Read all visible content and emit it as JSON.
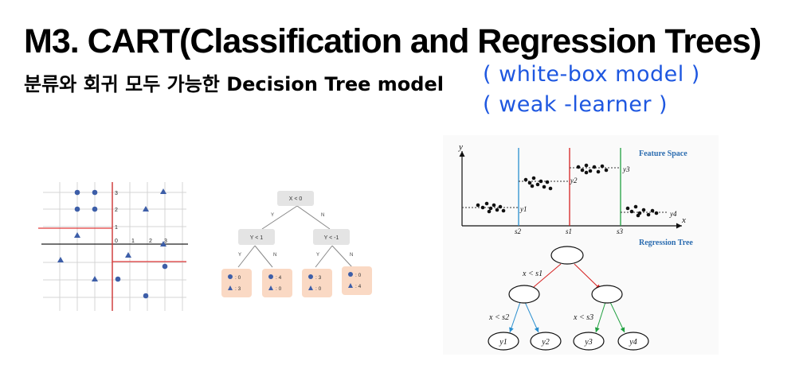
{
  "slide": {
    "title": "M3. CART(Classification and Regression Trees)",
    "subtitle": "분류와 회귀 모두 가능한 Decision Tree model",
    "handwriting": {
      "line1": "( white-box model )",
      "line2": "( weak -learner )"
    }
  },
  "scatter_panel": {
    "x_ticks": [
      "1",
      "2",
      "3"
    ],
    "y_ticks": [
      "1",
      "2",
      "3"
    ],
    "x_zero": "0"
  },
  "decision_tree": {
    "root": "X < 0",
    "left_split": "Y < 1",
    "right_split": "Y < -1",
    "branch_yes": "Y",
    "branch_no": "N",
    "leaves": [
      {
        "circle": ": 0",
        "triangle": ": 3"
      },
      {
        "circle": ": 4",
        "triangle": ": 0"
      },
      {
        "circle": ": 3",
        "triangle": ": 0"
      },
      {
        "circle": ": 0",
        "triangle": ": 4"
      }
    ],
    "colors": {
      "node": "#e4e4e4",
      "leaf": "#fad9c4",
      "marker": "#3d5ea8"
    }
  },
  "regression_panel": {
    "feature_space_label": "Feature Space",
    "regression_tree_label": "Regression Tree",
    "axis_y": "y",
    "axis_x": "x",
    "level_labels": [
      "y1",
      "y2",
      "y3",
      "y4"
    ],
    "split_labels": [
      "s2",
      "s1",
      "s3"
    ],
    "tree_conditions": [
      "x < s1",
      "x < s2",
      "x < s3"
    ],
    "leaf_labels": [
      "y1",
      "y2",
      "y3",
      "y4"
    ],
    "colors": {
      "label": "#2b6cb0",
      "s2": "#2a8fcf",
      "s1": "#d62020",
      "s3": "#20a040"
    }
  }
}
